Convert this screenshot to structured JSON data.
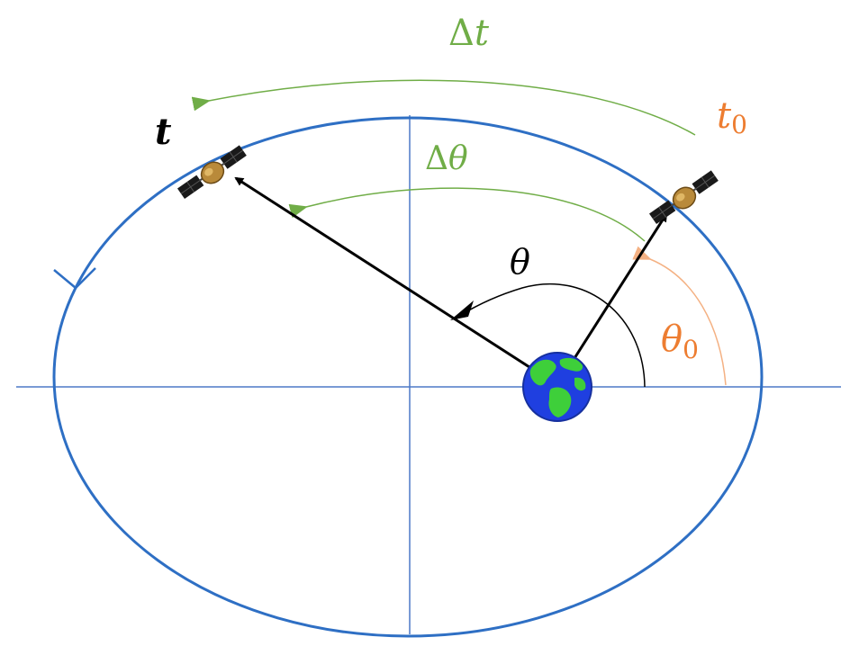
{
  "labels": {
    "delta_t": {
      "symbol": "Δ",
      "var": "t"
    },
    "t0": {
      "var": "t",
      "sub": "0"
    },
    "t": {
      "var": "t"
    },
    "delta_theta": {
      "symbol": "Δ",
      "var": "θ"
    },
    "theta": {
      "var": "θ"
    },
    "theta0": {
      "var": "θ",
      "sub": "0"
    }
  },
  "colors": {
    "orbit": "#2e6fc4",
    "axes": "#4d79c7",
    "green": "#70ad47",
    "orange": "#ed7d31",
    "orange_light": "#f4b183",
    "vector": "#000000",
    "earth_ocean": "#1f3fe0",
    "earth_land": "#3ecf3a"
  },
  "icons": {
    "satellite": "satellite-icon",
    "earth": "earth-icon"
  }
}
